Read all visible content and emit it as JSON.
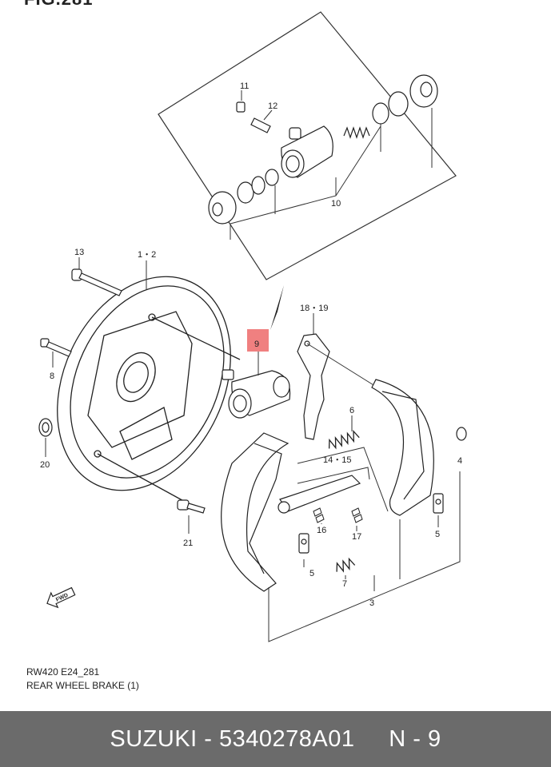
{
  "figure": {
    "title": "FIG.281"
  },
  "callouts": {
    "c11": "11",
    "c12": "12",
    "c10": "10",
    "c13": "13",
    "c1_2": "1・2",
    "c18_19": "18・19",
    "c9": "9",
    "c8": "8",
    "c6": "6",
    "c4": "4",
    "c20": "20",
    "c14_15": "14・15",
    "c16": "16",
    "c17": "17",
    "c5a": "5",
    "c5b": "5",
    "c7": "7",
    "c21": "21",
    "c3": "3"
  },
  "highlight_color": "#f08080",
  "fwd_label": "FWD",
  "meta": {
    "code": "RW420 E24_281",
    "title": "REAR WHEEL BRAKE (1)"
  },
  "footer": {
    "text": "SUZUKI - 5340278A01     N - 9"
  }
}
